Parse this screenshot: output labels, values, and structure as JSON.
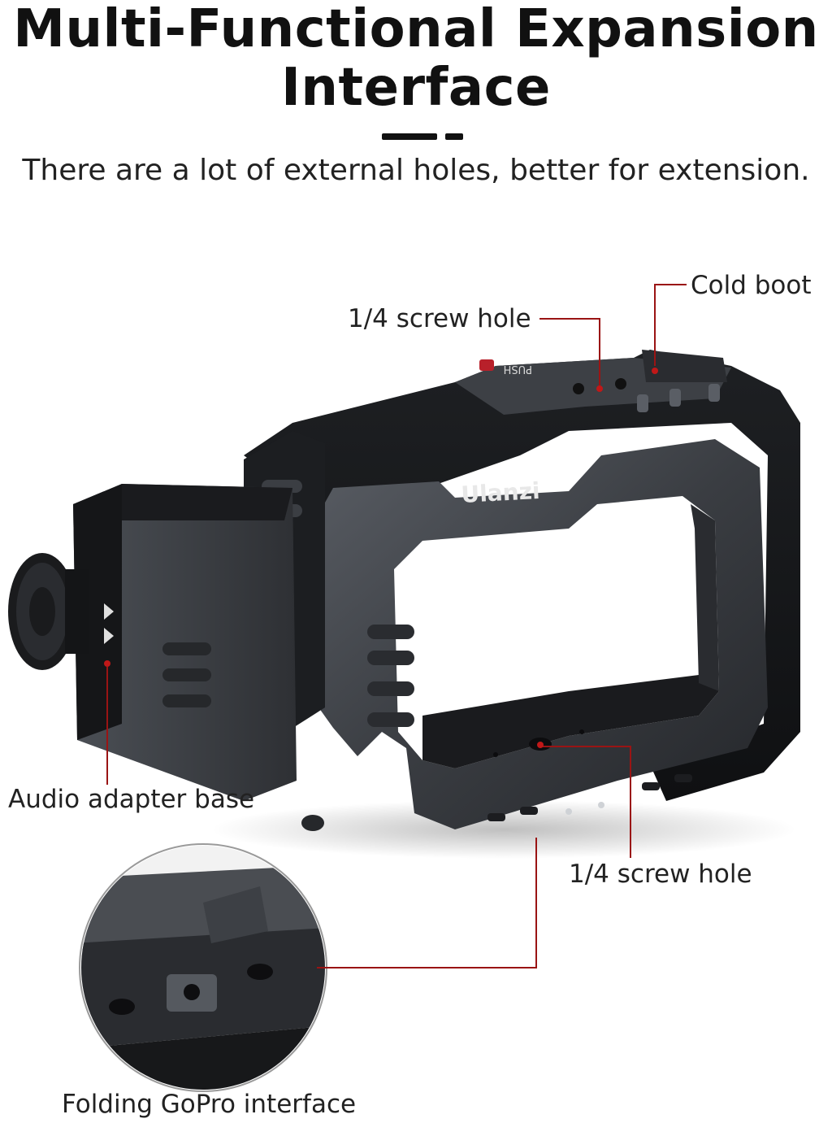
{
  "header": {
    "title_line1": "Multi-Functional Expansion",
    "title_line2": "Interface",
    "subtitle": "There are a lot of external holes, better for extension."
  },
  "product": {
    "brand": "Ulanzi",
    "top_mark": "PUSH"
  },
  "callouts": {
    "cold_boot": "Cold boot",
    "screw_hole_top": "1/4 screw hole",
    "audio_adapter": "Audio adapter base",
    "screw_hole_bottom": "1/4 screw hole",
    "gopro_interface": "Folding GoPro interface"
  },
  "colors": {
    "callout_line": "#9a1414",
    "cage_dark": "#2b2d31",
    "cage_mid": "#4a4d53",
    "cage_light": "#6c7077"
  }
}
